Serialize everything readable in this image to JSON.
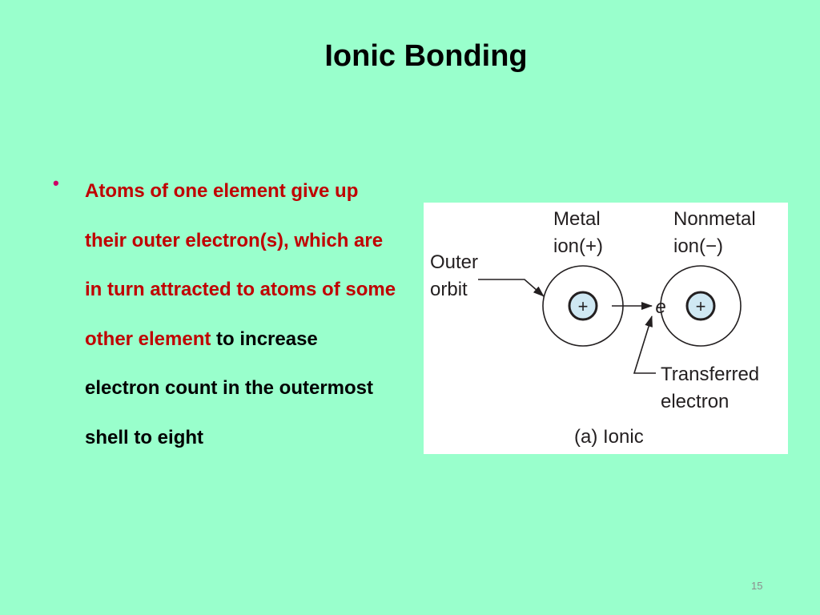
{
  "slide": {
    "title": "Ionic Bonding",
    "bullet": {
      "red_text": "Atoms of one element give up their outer electron(s), which are in turn attracted to atoms of some other element",
      "black_text": " to increase electron count in the outermost shell to eight"
    },
    "page_number": "15"
  },
  "diagram": {
    "metal_label_1": "Metal",
    "metal_label_2": "ion(+)",
    "nonmetal_label_1": "Nonmetal",
    "nonmetal_label_2": "ion(−)",
    "outer_label_1": "Outer",
    "outer_label_2": "orbit",
    "plus_symbol": "+",
    "electron_symbol": "e",
    "transferred_label_1": "Transferred",
    "transferred_label_2": "electron",
    "caption": "(a) Ionic",
    "colors": {
      "nucleus_fill": "#cfe8f3",
      "stroke": "#231f20"
    }
  }
}
